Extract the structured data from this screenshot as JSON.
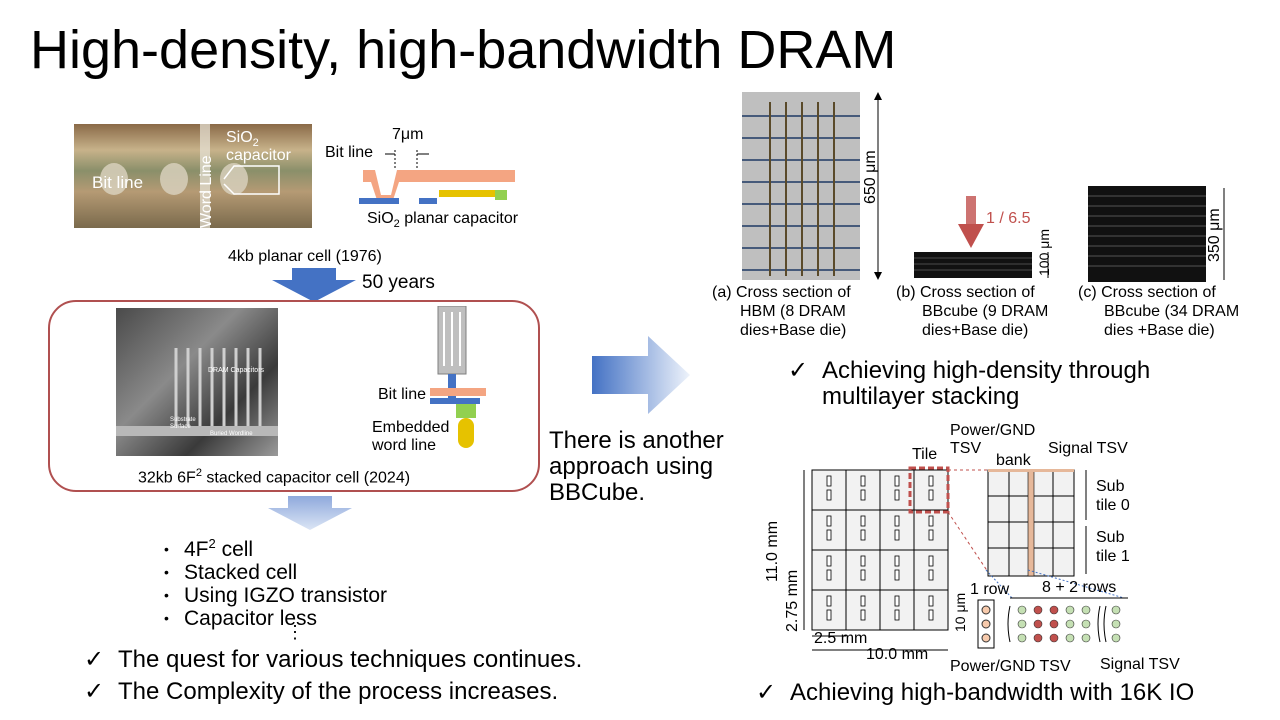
{
  "title": "High-density, high-bandwidth DRAM",
  "planar_cell": {
    "photo_labels": {
      "bit_line": "Bit line",
      "word_line": "Word Line",
      "sio2": "SiO",
      "sio2_sub": "2",
      "capacitor": "capacitor"
    },
    "diagram_labels": {
      "bit_line": "Bit line",
      "pitch": "7μm",
      "capacitor_a": "SiO",
      "capacitor_sub": "2",
      "capacitor_b": " planar capacitor"
    },
    "caption": "4kb planar cell (1976)"
  },
  "years_label": "50 years",
  "stacked_cell": {
    "sem_labels": {
      "dram_caps": "DRAM Capacitors",
      "substrate": "Substrate Surface",
      "buried": "Buried Wordline"
    },
    "diagram_labels": {
      "bit_line": "Bit line",
      "embedded_1": "Embedded",
      "embedded_2": "word line"
    },
    "caption_a": "32kb 6F",
    "caption_sup": "2",
    "caption_b": " stacked capacitor cell (2024)"
  },
  "future_list": [
    {
      "text": "4F",
      "sup": "2",
      "suffix": " cell"
    },
    {
      "text": "Stacked cell",
      "sup": "",
      "suffix": ""
    },
    {
      "text": "Using IGZO transistor",
      "sup": "",
      "suffix": ""
    },
    {
      "text": "Capacitor less",
      "sup": "",
      "suffix": ""
    }
  ],
  "ellipsis": "⋮",
  "conclusions": [
    "The quest for various techniques continues.",
    "The Complexity of the process increases."
  ],
  "approach_text": [
    "There is another",
    "approach using",
    "BBCube."
  ],
  "cross_sections": {
    "hbm": {
      "label_lines": [
        "(a) Cross section of",
        "HBM (8 DRAM",
        "dies+Base die)"
      ],
      "height": "650 μm"
    },
    "bbcube9": {
      "label_lines": [
        "(b) Cross section of",
        "BBcube (9 DRAM",
        "dies+Base die)"
      ],
      "height": "100 μm",
      "ratio": "1 / 6.5"
    },
    "bbcube34": {
      "label_lines": [
        "(c) Cross section of",
        "BBcube (34 DRAM",
        "dies +Base die)"
      ],
      "height": "350 μm"
    }
  },
  "density_conclusion": [
    "Achieving high-density through",
    "multilayer stacking"
  ],
  "tsv_layout": {
    "tile": "Tile",
    "power_tsv": [
      "Power/GND",
      "TSV"
    ],
    "signal_tsv": "Signal TSV",
    "bank": "bank",
    "subtile0": [
      "Sub",
      "tile 0"
    ],
    "subtile1": [
      "Sub",
      "tile 1"
    ],
    "height_total": "11.0 mm",
    "height_tile": "2.75 mm",
    "width_tile": "2.5 mm",
    "width_total": "10.0 mm",
    "one_row": "1 row",
    "rows": "8 + 2 rows",
    "pitch": "10 μm",
    "power_gnd_tsv_label": "Power/GND TSV",
    "signal_tsv_label": "Signal TSV"
  },
  "bandwidth_conclusion": "Achieving high-bandwidth with 16K IO",
  "check_mark": "✓",
  "colors": {
    "arrow_blue": "#4472c4",
    "box_red": "#b05050",
    "bit_line_orange": "#f4a582",
    "word_line_blue": "#4472c4",
    "cap_yellow": "#e6c200",
    "green": "#92d050"
  }
}
